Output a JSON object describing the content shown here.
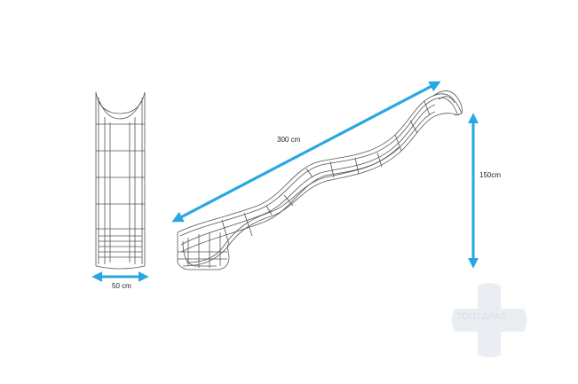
{
  "dimensions": {
    "width_label": "50 cm",
    "length_label": "300 cm",
    "height_label": "150cm"
  },
  "watermark": {
    "text": "ТОПЗДРАВ"
  },
  "colors": {
    "arrow": "#2aa7e0",
    "wireframe": "#555555",
    "watermark": "#e3e8ee"
  },
  "icons": [
    "double-arrow-icon",
    "cross-logo-icon"
  ]
}
